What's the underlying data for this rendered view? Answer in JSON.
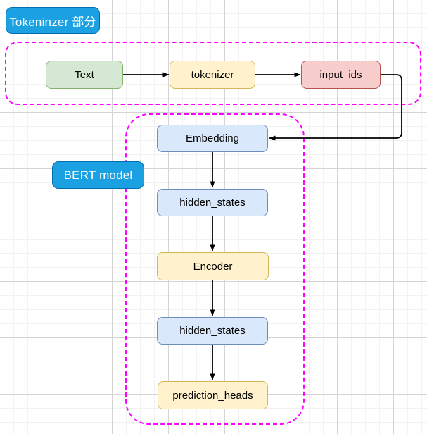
{
  "diagram": {
    "title_pills": [
      {
        "id": "tokenizer-section",
        "label": "Tokeninzer 部分",
        "color": "#1ba1e2"
      },
      {
        "id": "bert-section",
        "label": "BERT model",
        "color": "#1ba1e2"
      }
    ],
    "groups": [
      {
        "id": "tokenizer-group",
        "border_color": "#ff00ff",
        "style": "dashed"
      },
      {
        "id": "bert-group",
        "border_color": "#ff00ff",
        "style": "dashed"
      }
    ],
    "nodes": [
      {
        "id": "text",
        "label": "Text",
        "fill": "#d5e8d4",
        "stroke": "#82b366"
      },
      {
        "id": "tokenizer",
        "label": "tokenizer",
        "fill": "#fff2cc",
        "stroke": "#d6b656"
      },
      {
        "id": "input_ids",
        "label": "input_ids",
        "fill": "#f8cecc",
        "stroke": "#b85450"
      },
      {
        "id": "embedding",
        "label": "Embedding",
        "fill": "#dae8fc",
        "stroke": "#6c8ebf"
      },
      {
        "id": "hidden_states_1",
        "label": "hidden_states",
        "fill": "#dae8fc",
        "stroke": "#6c8ebf"
      },
      {
        "id": "encoder",
        "label": "Encoder",
        "fill": "#fff2cc",
        "stroke": "#d6b656"
      },
      {
        "id": "hidden_states_2",
        "label": "hidden_states",
        "fill": "#dae8fc",
        "stroke": "#6c8ebf"
      },
      {
        "id": "prediction_heads",
        "label": "prediction_heads",
        "fill": "#fff2cc",
        "stroke": "#d6b656"
      }
    ],
    "edges": [
      {
        "from": "text",
        "to": "tokenizer",
        "style": "straight",
        "color": "#000000"
      },
      {
        "from": "tokenizer",
        "to": "input_ids",
        "style": "straight",
        "color": "#000000"
      },
      {
        "from": "input_ids",
        "to": "embedding",
        "style": "orthogonal",
        "color": "#000000"
      },
      {
        "from": "embedding",
        "to": "hidden_states_1",
        "style": "straight",
        "color": "#000000"
      },
      {
        "from": "hidden_states_1",
        "to": "encoder",
        "style": "straight",
        "color": "#000000"
      },
      {
        "from": "encoder",
        "to": "hidden_states_2",
        "style": "straight",
        "color": "#000000"
      },
      {
        "from": "hidden_states_2",
        "to": "prediction_heads",
        "style": "straight",
        "color": "#000000"
      }
    ]
  }
}
